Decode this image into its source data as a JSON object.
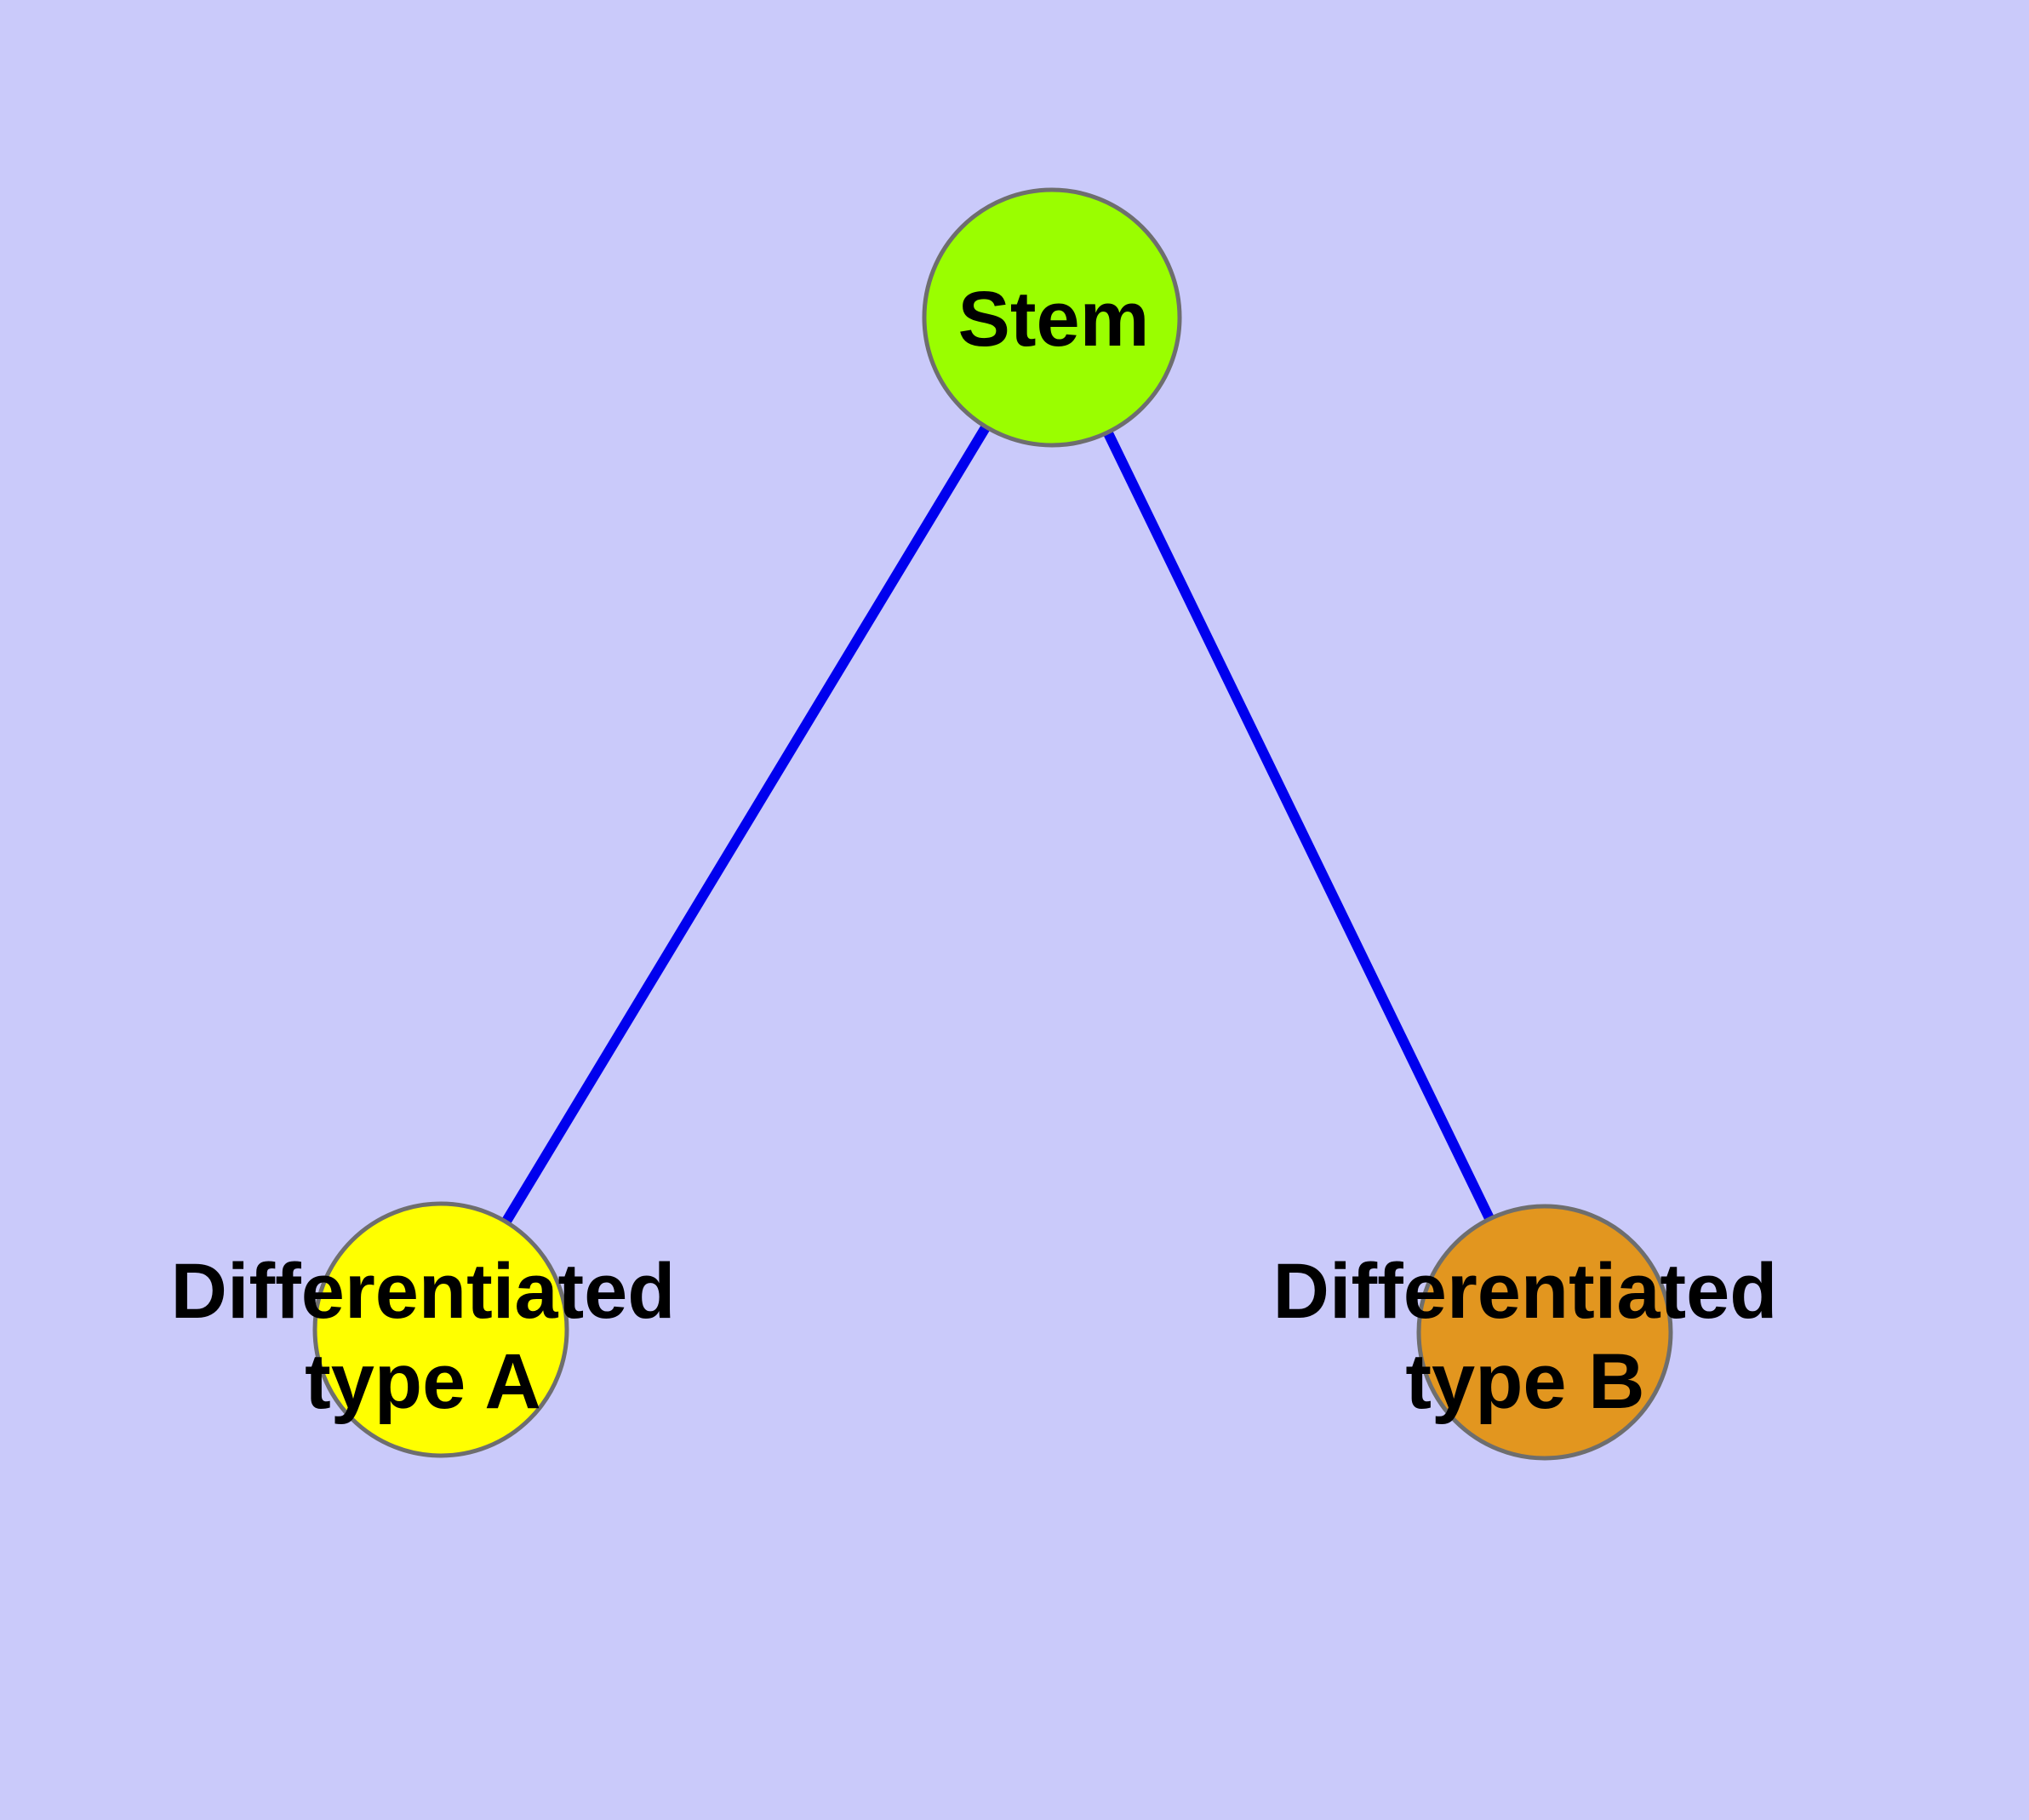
{
  "colors": {
    "background": "#CACAFA",
    "edge": "#0000EE",
    "node_border": "#6E6E6E",
    "stem_fill": "#9AFE00",
    "type_a_fill": "#FFFF00",
    "type_b_fill": "#E2961F",
    "label_text": "#000000"
  },
  "nodes": {
    "stem": {
      "label": "Stem"
    },
    "type_a": {
      "label_line1": "Differentiated",
      "label_line2": "type A"
    },
    "type_b": {
      "label_line1": "Differentiated",
      "label_line2": "type B"
    }
  },
  "edges": [
    {
      "from": "Stem",
      "to": "Differentiated type A"
    },
    {
      "from": "Stem",
      "to": "Differentiated type B"
    }
  ]
}
